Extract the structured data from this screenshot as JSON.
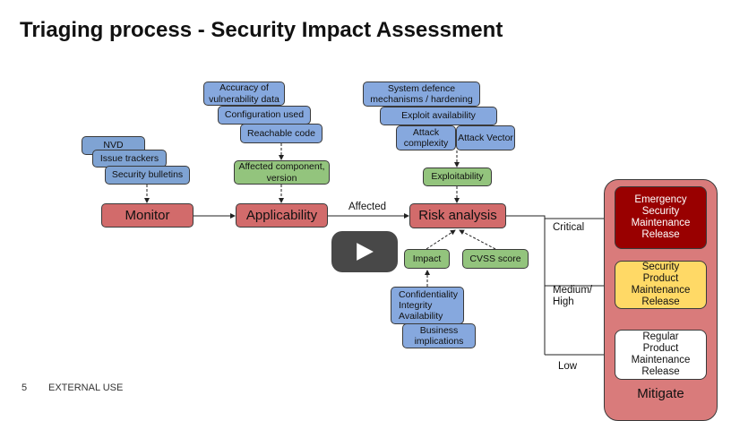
{
  "slide": {
    "title": "Triaging process - Security Impact Assessment",
    "page_number": "5",
    "footer": "EXTERNAL USE"
  },
  "monitor": {
    "sources": [
      "NVD",
      "Issue trackers",
      "Security bulletins"
    ],
    "label": "Monitor"
  },
  "applicability": {
    "factors": [
      "Accuracy of vulnerability data",
      "Configuration used",
      "Reachable code"
    ],
    "output": "Affected component, version",
    "label": "Applicability"
  },
  "edge_label": "Affected",
  "risk": {
    "exploit_factors": [
      "System defence mechanisms / hardening",
      "Exploit availability",
      "Attack complexity",
      "Attack Vector"
    ],
    "exploitability": "Exploitability",
    "label": "Risk analysis",
    "impact": "Impact",
    "cvss": "CVSS score",
    "cia": [
      "Confidentiality",
      "Integrity",
      "Availability"
    ],
    "business": "Business implications"
  },
  "severity": {
    "critical": "Critical",
    "medium_high": "Medium/ High",
    "low": "Low"
  },
  "mitigate": {
    "label": "Mitigate",
    "emergency": "Emergency Security Maintenance Release",
    "security": "Security Product Maintenance Release",
    "regular": "Regular Product Maintenance Release"
  },
  "player": {
    "play_icon": "play-icon"
  }
}
